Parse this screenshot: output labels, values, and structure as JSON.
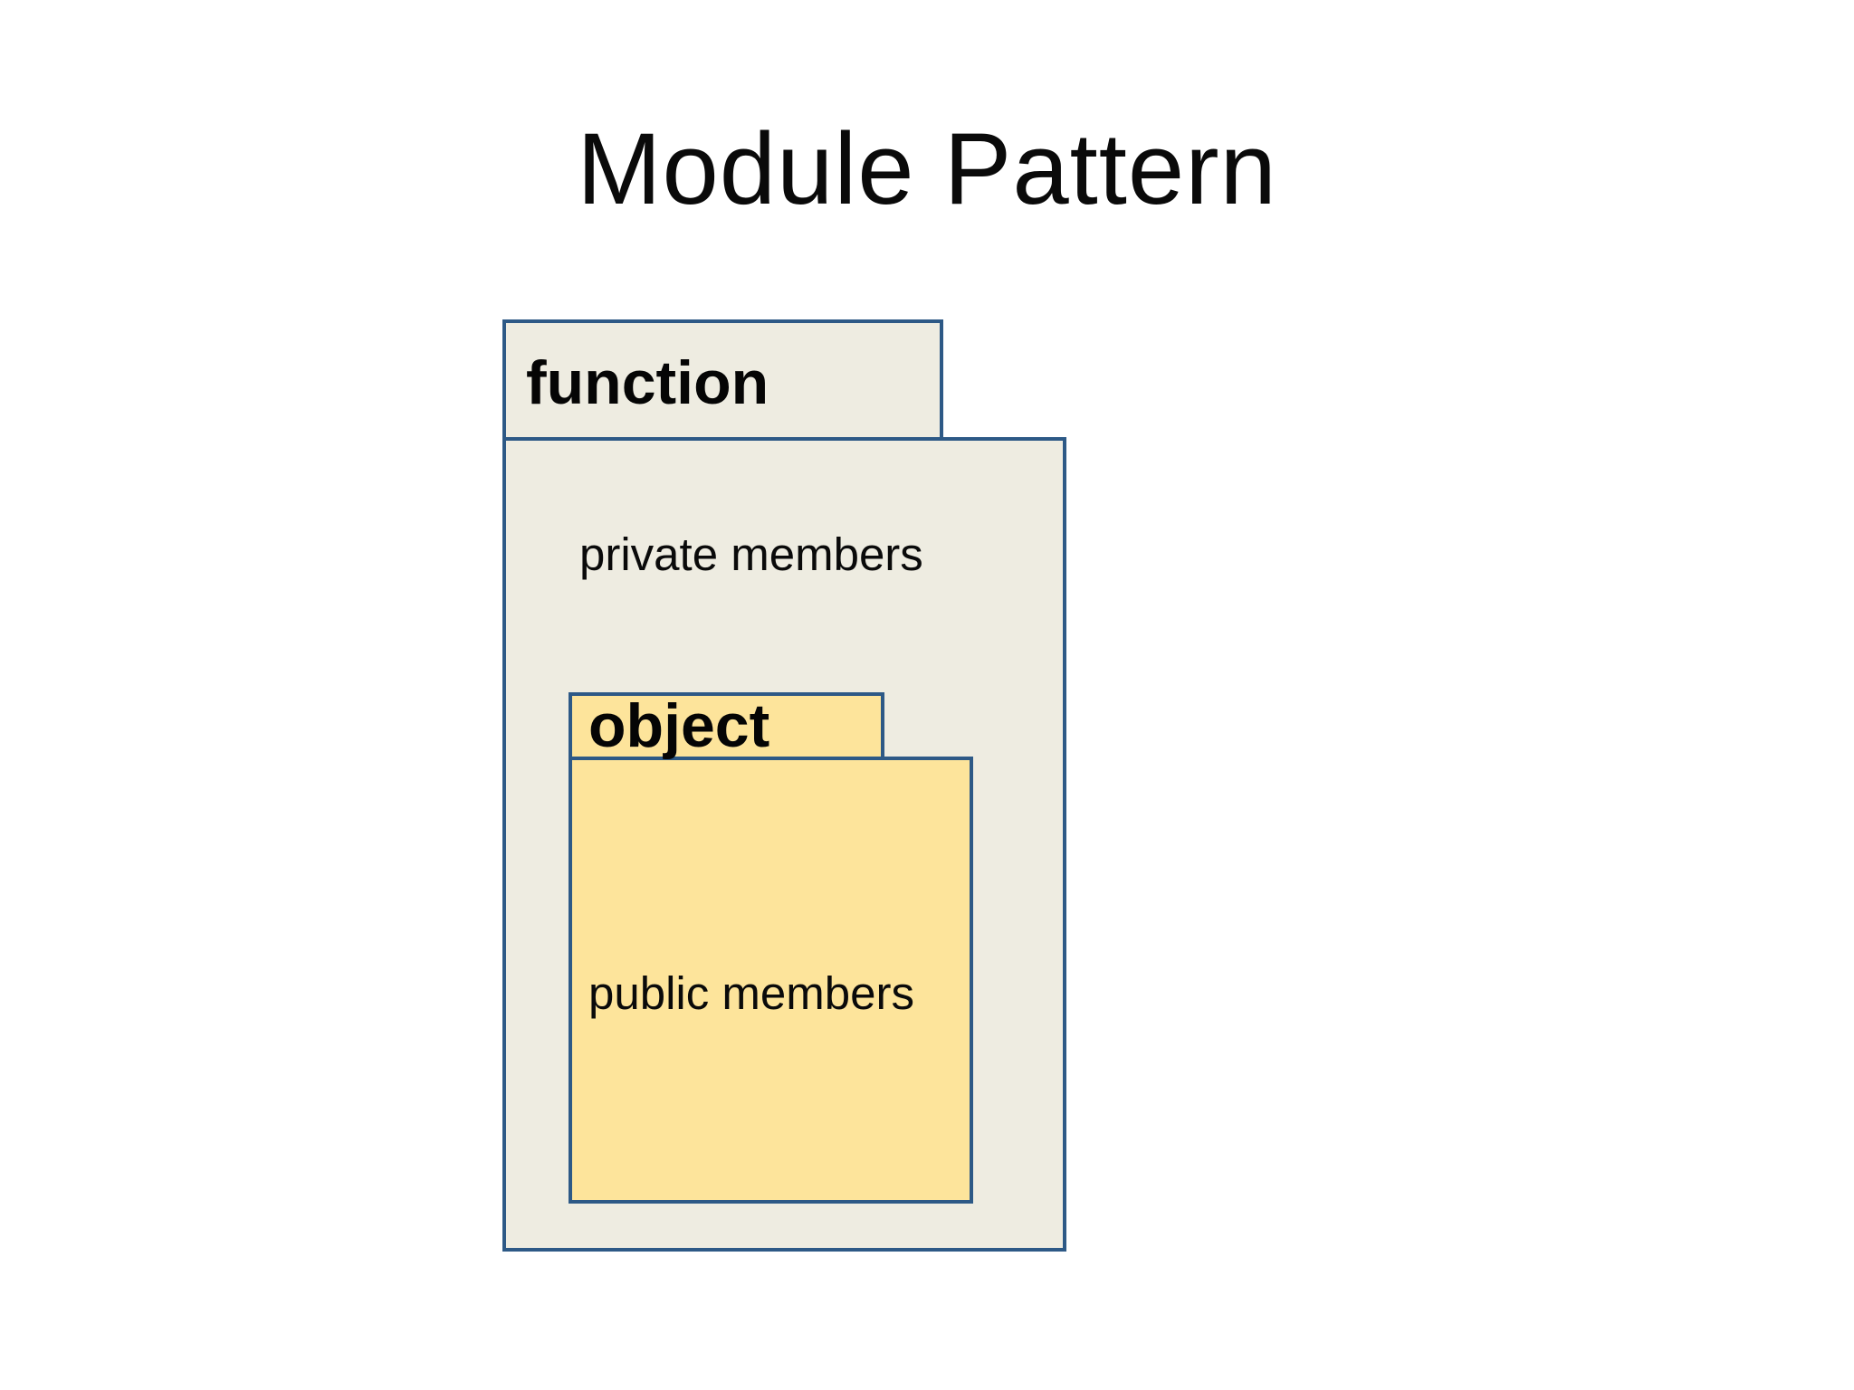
{
  "slide": {
    "title": "Module Pattern",
    "background_color": "#ffffff",
    "text_color": "#0a0a0a"
  },
  "diagram": {
    "border_color": "#2d5986",
    "function_box": {
      "label": "function",
      "fill": "#eeece1",
      "private_label": "private members"
    },
    "object_box": {
      "label": "object",
      "fill": "#fde49b",
      "public_label": "public members"
    }
  }
}
